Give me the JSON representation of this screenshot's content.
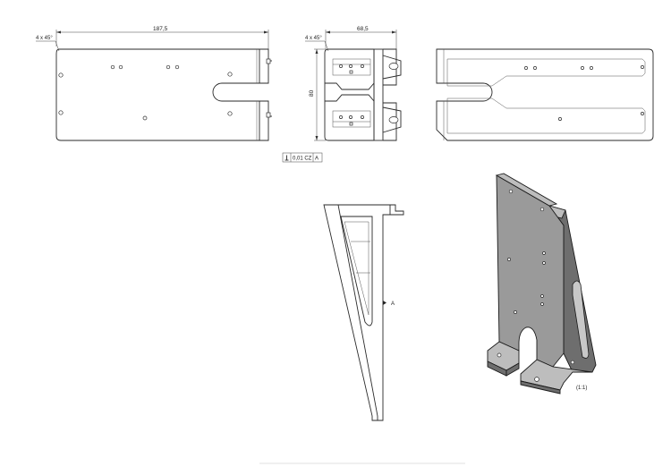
{
  "drawing": {
    "front_view": {
      "chamfer_label": "4 x 45°",
      "width_dim": "187,5"
    },
    "side_view": {
      "chamfer_label": "4 x 45°",
      "width_dim": "68,5",
      "height_dim": "80"
    },
    "tolerance": {
      "value": "0,01 CZ",
      "datum": "A"
    },
    "datum_label": "A",
    "scale_label": "(1:1)"
  }
}
